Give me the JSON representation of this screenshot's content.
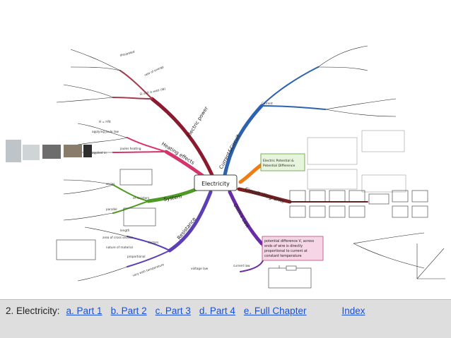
{
  "center": {
    "title": "Electricity"
  },
  "branches": {
    "electric_power": "Electric power",
    "heating_effects": "Heating effects",
    "current_circuit": "Current&Circuit",
    "system": "System",
    "resistance": "Resistance",
    "ohms_law": "Ohm's Law",
    "circuit_diagrams": "Circuit diagrams"
  },
  "nodes": {
    "current": "Current",
    "potential_box": "Electric Potential & Potential Difference",
    "rate_of_energy": "rate of energy",
    "dissipated": "dissipated",
    "si_unit": "SI unit is watt (W)",
    "joules_heating": "joules heating",
    "applying_joule": "applying joule law",
    "h_eq": "H = I²Rt",
    "applied_in": "applied in",
    "series": "series",
    "parallel": "parallel",
    "of_resistors": "of resistors",
    "factors": "factors",
    "proportional": "proportional",
    "voltage_law": "voltage law",
    "current_law": "current law",
    "ohms_box": "potential difference V, across ends of wire is directly proportional to current at constant temperature",
    "varies_temp": "vary with temperature",
    "length": "length",
    "area": "area of cross section",
    "nature": "nature of material"
  },
  "footer": {
    "prefix": "2. Electricity:",
    "links": [
      {
        "label": "a. Part 1"
      },
      {
        "label": "b. Part 2"
      },
      {
        "label": "c. Part 3"
      },
      {
        "label": "d. Part 4"
      },
      {
        "label": "e. Full Chapter"
      }
    ],
    "index": "Index"
  }
}
